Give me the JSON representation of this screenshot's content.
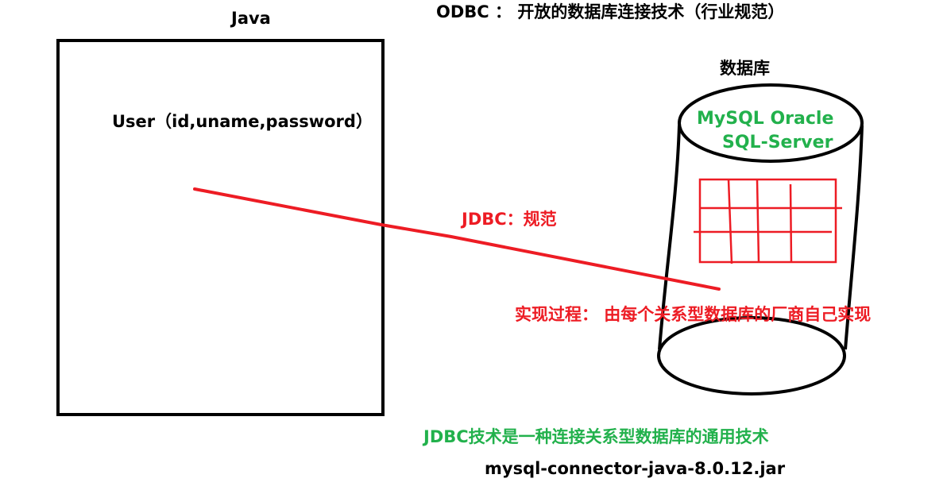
{
  "java_title": "Java",
  "odbc_note": "ODBC ： 开放的数据库连接技术（行业规范）",
  "database_title": "数据库",
  "user_entity": "User（id,uname,password）",
  "databases": {
    "line1": "MySQL Oracle",
    "line2": "SQL-Server"
  },
  "jdbc_label": "JDBC：规范",
  "implementation_note": "实现过程： 由每个关系型数据库的厂商自己实现",
  "jdbc_description": "JDBC技术是一种连接关系型数据库的通用技术",
  "jar_name": "mysql-connector-java-8.0.12.jar",
  "colors": {
    "black": "#000000",
    "red": "#ed1c24",
    "green": "#22b14c"
  }
}
